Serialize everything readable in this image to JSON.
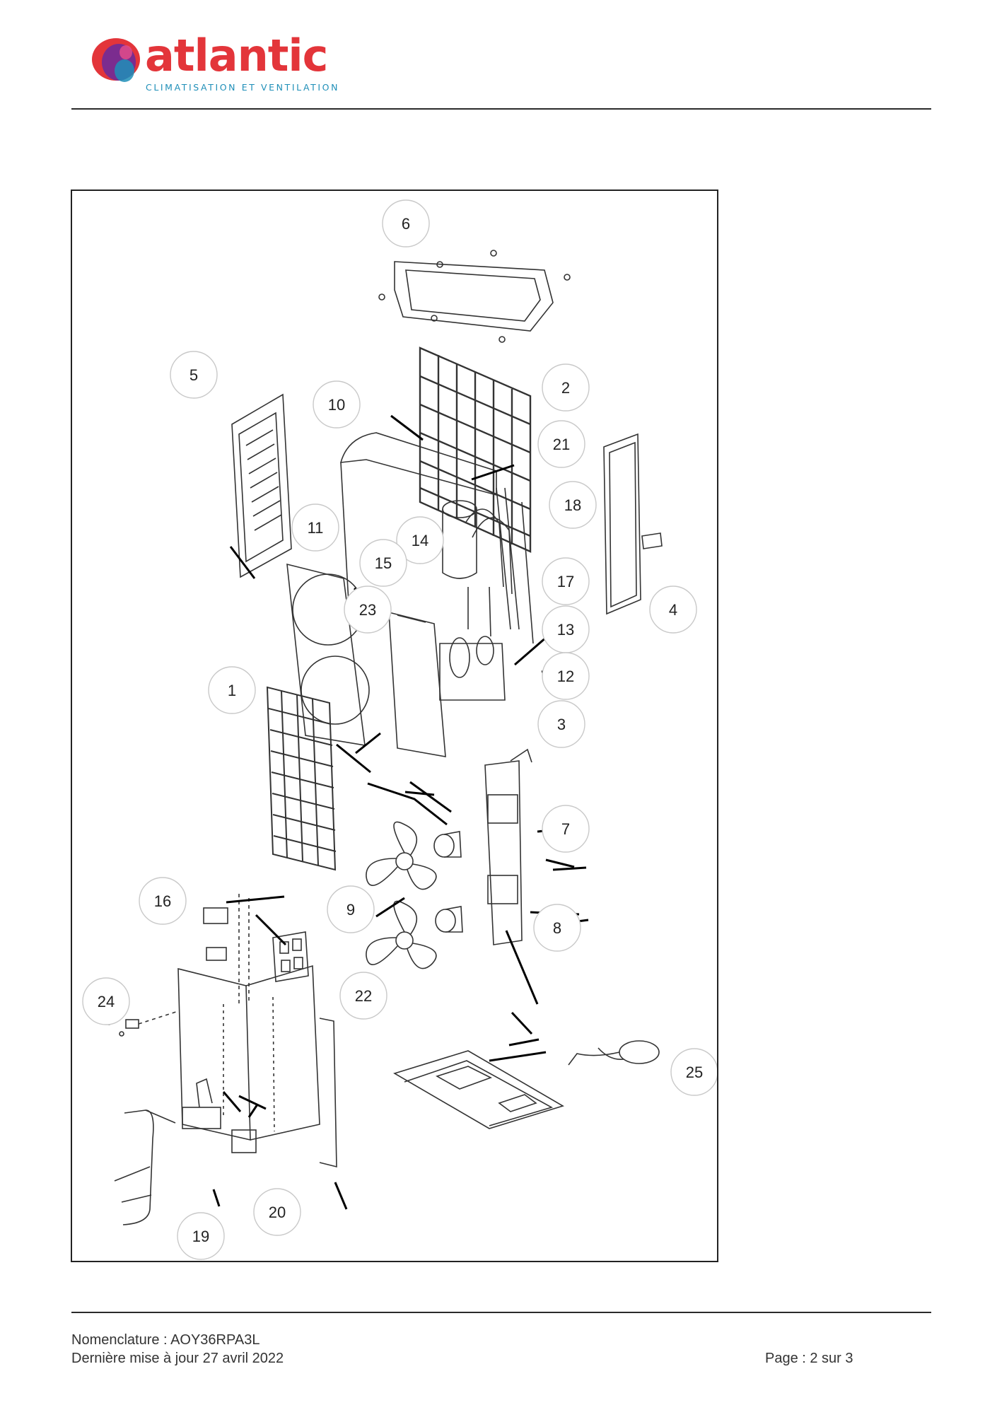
{
  "header": {
    "brand": "atlantic",
    "tagline": "CLIMATISATION ET VENTILATION"
  },
  "diagram": {
    "callouts": [
      "1",
      "2",
      "3",
      "4",
      "5",
      "6",
      "7",
      "8",
      "9",
      "10",
      "11",
      "12",
      "13",
      "14",
      "15",
      "16",
      "17",
      "18",
      "19",
      "20",
      "21",
      "22",
      "23",
      "24",
      "25"
    ]
  },
  "footer": {
    "reference": "Nomenclature : AOY36RPA3L",
    "updated": "Dernière mise à jour 27 avril 2022",
    "page": "Page : 2 sur 3"
  },
  "colors": {
    "brand_red": "#e3353a",
    "brand_blue": "#1f8fb8",
    "logo_purple": "#7b2c8f"
  }
}
